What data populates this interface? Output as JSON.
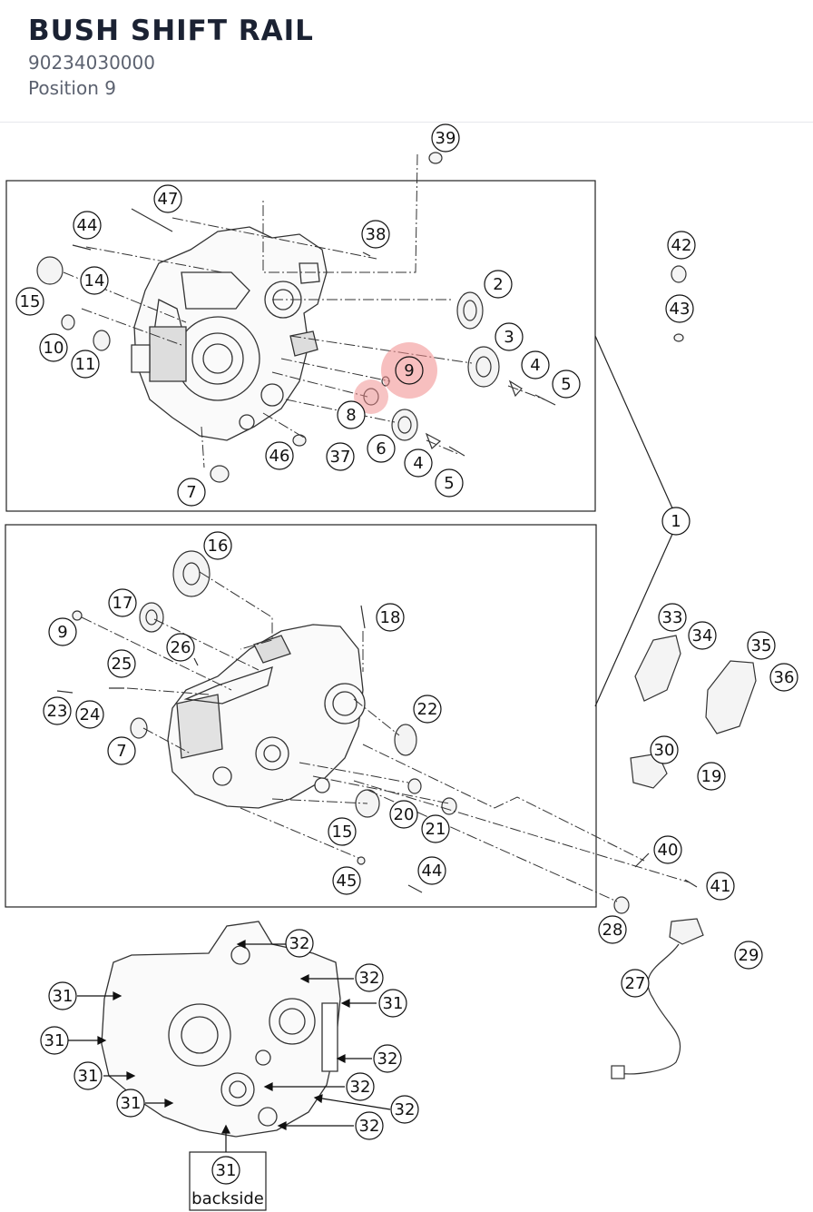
{
  "header": {
    "title": "BUSH SHIFT RAIL",
    "part_number": "90234030000",
    "position": "Position 9"
  },
  "highlight": {
    "label": "9",
    "color": "#f08a8a"
  },
  "callouts": [
    {
      "id": "c39",
      "label": "39"
    },
    {
      "id": "c47",
      "label": "47"
    },
    {
      "id": "c44a",
      "label": "44"
    },
    {
      "id": "c38",
      "label": "38"
    },
    {
      "id": "c42",
      "label": "42"
    },
    {
      "id": "c14",
      "label": "14"
    },
    {
      "id": "c15a",
      "label": "15"
    },
    {
      "id": "c2",
      "label": "2"
    },
    {
      "id": "c43",
      "label": "43"
    },
    {
      "id": "c3",
      "label": "3"
    },
    {
      "id": "c10",
      "label": "10"
    },
    {
      "id": "c11",
      "label": "11"
    },
    {
      "id": "c4a",
      "label": "4"
    },
    {
      "id": "c5a",
      "label": "5"
    },
    {
      "id": "c8",
      "label": "8"
    },
    {
      "id": "c6",
      "label": "6"
    },
    {
      "id": "c46",
      "label": "46"
    },
    {
      "id": "c37",
      "label": "37"
    },
    {
      "id": "c4b",
      "label": "4"
    },
    {
      "id": "c5b",
      "label": "5"
    },
    {
      "id": "c7a",
      "label": "7"
    },
    {
      "id": "c1",
      "label": "1"
    },
    {
      "id": "c16",
      "label": "16"
    },
    {
      "id": "c17",
      "label": "17"
    },
    {
      "id": "c18",
      "label": "18"
    },
    {
      "id": "c9b",
      "label": "9"
    },
    {
      "id": "c33",
      "label": "33"
    },
    {
      "id": "c34",
      "label": "34"
    },
    {
      "id": "c26",
      "label": "26"
    },
    {
      "id": "c35",
      "label": "35"
    },
    {
      "id": "c25",
      "label": "25"
    },
    {
      "id": "c36",
      "label": "36"
    },
    {
      "id": "c23",
      "label": "23"
    },
    {
      "id": "c24",
      "label": "24"
    },
    {
      "id": "c22",
      "label": "22"
    },
    {
      "id": "c7b",
      "label": "7"
    },
    {
      "id": "c30",
      "label": "30"
    },
    {
      "id": "c19",
      "label": "19"
    },
    {
      "id": "c20",
      "label": "20"
    },
    {
      "id": "c15b",
      "label": "15"
    },
    {
      "id": "c21",
      "label": "21"
    },
    {
      "id": "c40",
      "label": "40"
    },
    {
      "id": "c45",
      "label": "45"
    },
    {
      "id": "c44b",
      "label": "44"
    },
    {
      "id": "c41",
      "label": "41"
    },
    {
      "id": "c28",
      "label": "28"
    },
    {
      "id": "c32a",
      "label": "32"
    },
    {
      "id": "c29",
      "label": "29"
    },
    {
      "id": "c32b",
      "label": "32"
    },
    {
      "id": "c27",
      "label": "27"
    },
    {
      "id": "c31a",
      "label": "31"
    },
    {
      "id": "c31b",
      "label": "31"
    },
    {
      "id": "c31c",
      "label": "31"
    },
    {
      "id": "c32c",
      "label": "32"
    },
    {
      "id": "c31d",
      "label": "31"
    },
    {
      "id": "c32d",
      "label": "32"
    },
    {
      "id": "c31e",
      "label": "31"
    },
    {
      "id": "c32e",
      "label": "32"
    },
    {
      "id": "c32f",
      "label": "32"
    },
    {
      "id": "c31f",
      "label": "31"
    }
  ],
  "backside_note": "backside"
}
